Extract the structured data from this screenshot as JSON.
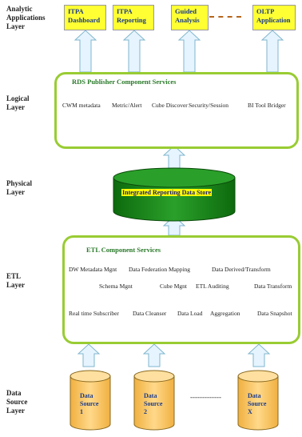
{
  "layers": {
    "analytic": "Analytic\nApplications\nLayer",
    "logical": "Logical\nLayer",
    "physical": "Physical\nLayer",
    "etl": "ETL\nLayer",
    "data_source": "Data\nSource\nLayer"
  },
  "apps": [
    "ITPA\nDashboard",
    "ITPA\nReporting",
    "Guided\nAnalysis",
    "OLTP\nApplication"
  ],
  "rds": {
    "title": "RDS Publisher Component Services",
    "services": [
      "CWM metadata",
      "Metric/Alert",
      "Cube Discover",
      "Security/Session",
      "BI Tool Bridger"
    ]
  },
  "store": {
    "label": "Integrated Reporting Data Store"
  },
  "etl": {
    "title": "ETL Component Services",
    "services": [
      "DW Metadata Mgnt",
      "Data Federation Mapping",
      "Data Derived/Transform",
      "Schema Mgnt",
      "Cube Mgnt",
      "ETL Auditing",
      "Data Transform",
      "Real time Subscriber",
      "Data Cleanser",
      "Data Load",
      "Aggregation",
      "Data Snapshot"
    ]
  },
  "sources": [
    "Data\nSource\n1",
    "Data\nSource\n2",
    "Data\nSource\nX"
  ],
  "sources_ellipsis": "-------------",
  "gear_colors": {
    "red": "#a0102a",
    "orange": "#f0a020",
    "green": "#3a6a1a",
    "blue": "#3030a0"
  },
  "colors": {
    "app_box": "#ffff33",
    "panel_border": "#99cc33",
    "cylinder_store": "#1a8a1a",
    "cylinder_source": "#ffcc66",
    "arrow_fill": "#e6f4ff",
    "arrow_stroke": "#7fb6cc"
  }
}
